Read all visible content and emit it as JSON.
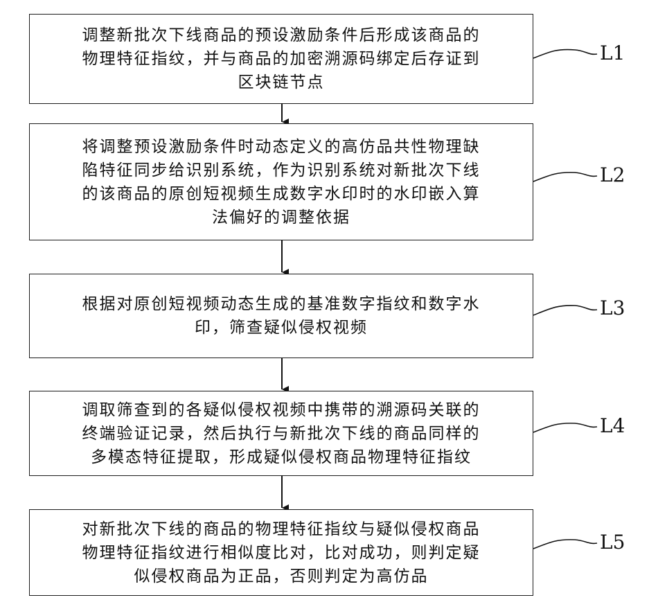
{
  "steps": [
    {
      "id": "L1",
      "label": "L1",
      "text": "调整新批次下线商品的预设激励条件后形成该商品的\n物理特征指纹，并与商品的加密溯源码绑定后存证到\n区块链节点"
    },
    {
      "id": "L2",
      "label": "L2",
      "text": "将调整预设激励条件时动态定义的高仿品共性物理缺\n陷特征同步给识别系统，作为识别系统对新批次下线\n的该商品的原创短视频生成数字水印时的水印嵌入算\n法偏好的调整依据"
    },
    {
      "id": "L3",
      "label": "L3",
      "text": "根据对原创短视频动态生成的基准数字指纹和数字水\n印，筛查疑似侵权视频"
    },
    {
      "id": "L4",
      "label": "L4",
      "text": "调取筛查到的各疑似侵权视频中携带的溯源码关联的\n终端验证记录，然后执行与新批次下线的商品同样的\n多模态特征提取，形成疑似侵权商品物理特征指纹"
    },
    {
      "id": "L5",
      "label": "L5",
      "text": "对新批次下线的商品的物理特征指纹与疑似侵权商品\n物理特征指纹进行相似度比对，比对成功，则判定疑\n似侵权商品为正品，否则判定为高仿品"
    }
  ]
}
